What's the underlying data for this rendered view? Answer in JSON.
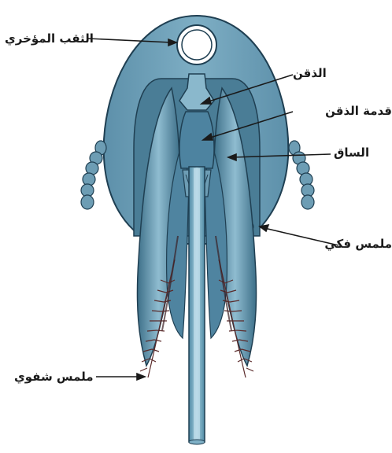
{
  "labels": {
    "anus": "الثقب المؤخري",
    "mentum": "الذقن",
    "submentum": "قدمة الذقن",
    "stipes": "الساق",
    "maxillary_palp": "ملمس فكي",
    "labial_palp": "ملمس شفوي"
  },
  "colors": {
    "body_fill": "#6b9cb4",
    "body_dark": "#2f5f78",
    "outline": "#1f3f52",
    "leaf_light": "#8fb8cc",
    "bristle": "#5a2a2a"
  }
}
